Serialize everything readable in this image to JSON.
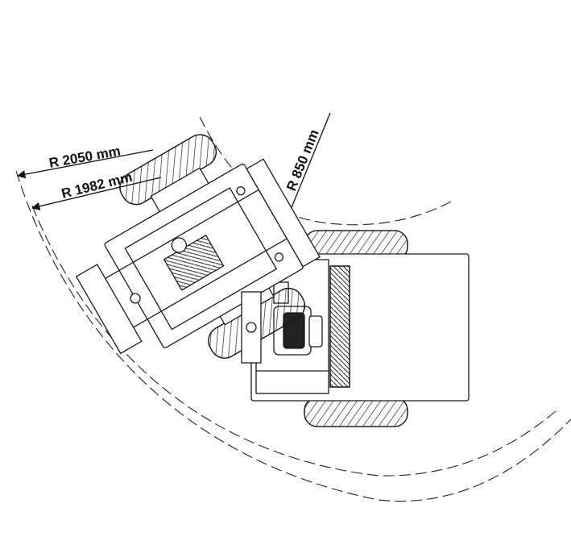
{
  "diagram": {
    "dimensions": [
      {
        "id": "outer",
        "label": "R 2050 mm"
      },
      {
        "id": "middle",
        "label": "R 1982 mm"
      },
      {
        "id": "inner",
        "label": "R 850 mm"
      }
    ],
    "colors": {
      "line": "#1a1a1a",
      "background": "#ffffff"
    }
  }
}
